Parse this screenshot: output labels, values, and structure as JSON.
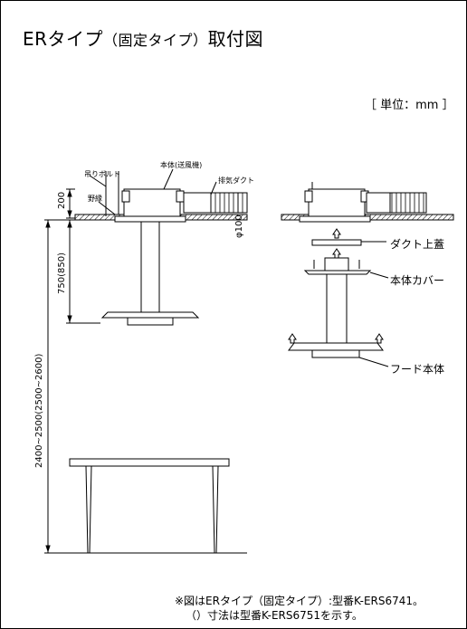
{
  "header": {
    "title_main": "ERタイプ",
    "title_sub": "（固定タイプ）",
    "title_tail": "取付図",
    "unit": "［ 単位：mm ］"
  },
  "left_view": {
    "label_hanger": "吊りボルト",
    "label_body": "本体(送風機)",
    "label_exhaust": "排気ダクト",
    "label_field": "野縁",
    "dim_200": "200",
    "dim_phi100": "φ100",
    "dim_750": "750(850)",
    "dim_total": "2400~2500(2500~2600)"
  },
  "right_view": {
    "label_duct_lid": "ダクト上蓋",
    "label_cover": "本体カバー",
    "label_hood": "フード本体"
  },
  "footer": {
    "note1": "※図はERタイプ（固定タイプ）:型番K-ERS6741。",
    "note2": "（）寸法は型番K-ERS6751を示す。"
  }
}
